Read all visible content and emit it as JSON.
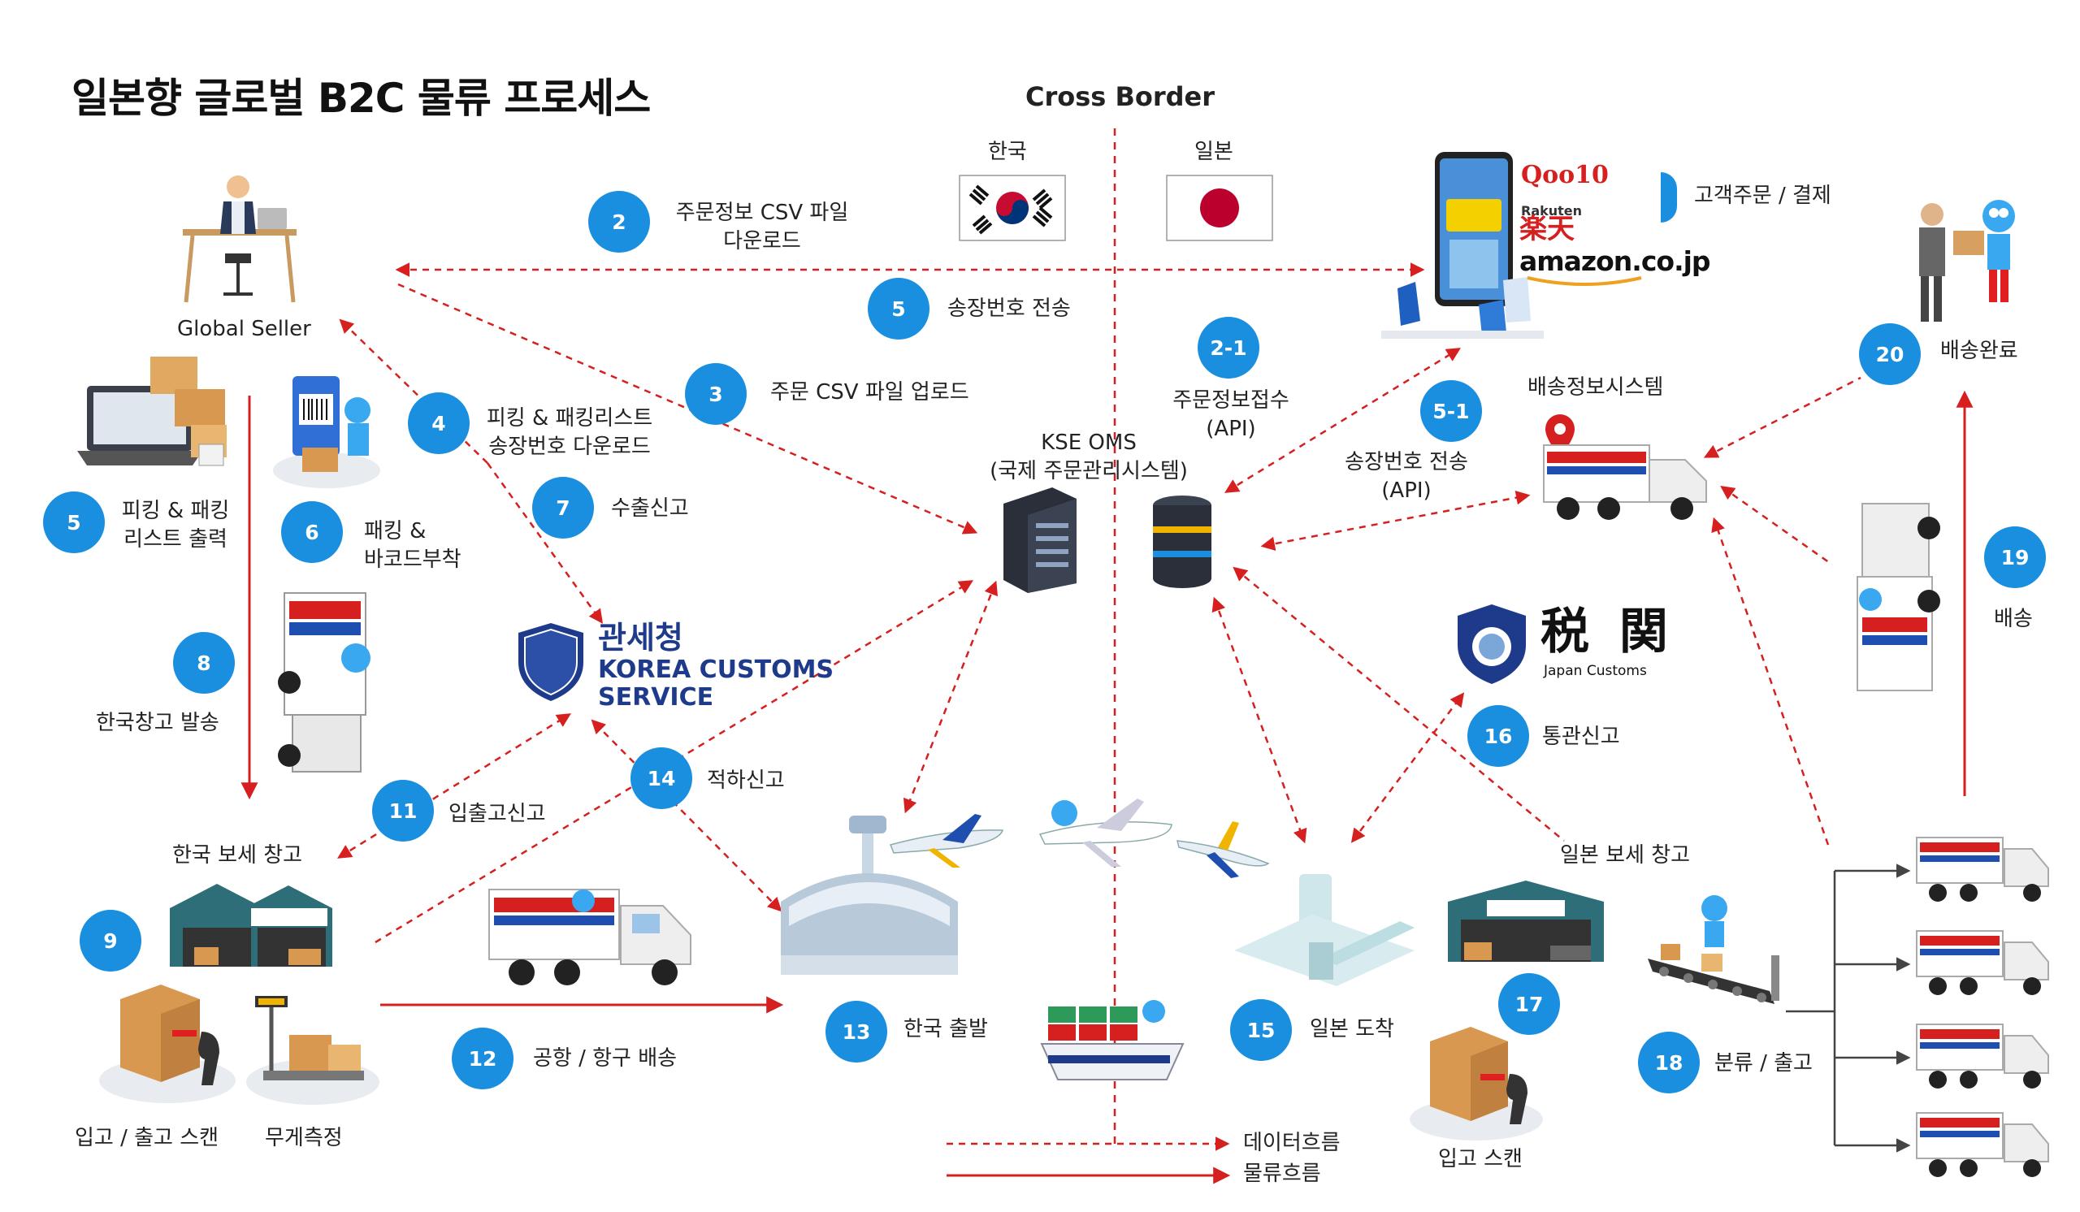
{
  "title": "일본향 글로벌 B2C 물류 프로세스",
  "cross_border": "Cross Border",
  "flags": {
    "korea": "한국",
    "japan": "일본"
  },
  "marketplaces": {
    "qoo10": "Qoo10",
    "rakuten_small": "Rakuten",
    "rakuten_kanji": "楽天",
    "amazon": "amazon.co.jp"
  },
  "customs": {
    "korea_hangul": "관세청",
    "korea_line1": "KOREA CUSTOMS",
    "korea_line2": "SERVICE",
    "japan_kanji": "税 関",
    "japan_en": "Japan Customs"
  },
  "nodes": {
    "global_seller": "Global Seller",
    "kse_oms_line1": "KSE OMS",
    "kse_oms_line2": "(국제 주문관리시스템)",
    "delivery_info": "배송정보시스템",
    "korea_bonded": "한국 보세 창고",
    "japan_bonded": "일본 보세 창고"
  },
  "steps": [
    {
      "num": "2",
      "line1": "주문정보 CSV 파일",
      "line2": "다운로드"
    },
    {
      "num": "5",
      "line1": "송장번호 전송",
      "line2": ""
    },
    {
      "num": "2-1",
      "line1": "주문정보접수",
      "line2": "(API)"
    },
    {
      "num": "3",
      "line1": "주문 CSV 파일 업로드",
      "line2": ""
    },
    {
      "num": "4",
      "line1": "피킹 & 패킹리스트",
      "line2": "송장번호 다운로드"
    },
    {
      "num": "5",
      "line1": "피킹 & 패킹",
      "line2": "리스트 출력"
    },
    {
      "num": "6",
      "line1": "패킹 &",
      "line2": "바코드부착"
    },
    {
      "num": "7",
      "line1": "수출신고",
      "line2": ""
    },
    {
      "num": "5-1",
      "line1": "송장번호 전송",
      "line2": "(API)"
    },
    {
      "num": "8",
      "line1": "한국창고 발송",
      "line2": ""
    },
    {
      "num": "11",
      "line1": "입출고신고",
      "line2": ""
    },
    {
      "num": "14",
      "line1": "적하신고",
      "line2": ""
    },
    {
      "num": "16",
      "line1": "통관신고",
      "line2": ""
    },
    {
      "num": "9",
      "line1": "",
      "line2": ""
    },
    {
      "num": "12",
      "line1": "공항 / 항구 배송",
      "line2": ""
    },
    {
      "num": "13",
      "line1": "한국 출발",
      "line2": ""
    },
    {
      "num": "15",
      "line1": "일본 도착",
      "line2": ""
    },
    {
      "num": "17",
      "line1": "",
      "line2": ""
    },
    {
      "num": "18",
      "line1": "분류 / 출고",
      "line2": ""
    },
    {
      "num": "19",
      "line1": "배송",
      "line2": ""
    },
    {
      "num": "20",
      "line1": "배송완료",
      "line2": ""
    }
  ],
  "labels": {
    "customer_order": "고객주문 / 결제",
    "scan_inout": "입고 / 출고 스캔",
    "weighing": "무게측정",
    "scan_in": "입고 스캔"
  },
  "legend": {
    "data_flow": "데이터흐름",
    "logistics_flow": "물류흐름"
  },
  "colors": {
    "badge": "#1a8fe0",
    "arrow": "#d62020",
    "divider": "#d62020"
  }
}
